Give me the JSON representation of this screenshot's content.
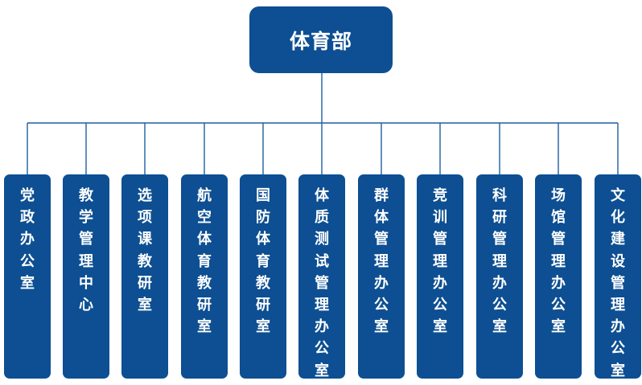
{
  "root": {
    "label": "体育部"
  },
  "departments": [
    {
      "label": "党政办公室"
    },
    {
      "label": "教学管理中心"
    },
    {
      "label": "选项课教研室"
    },
    {
      "label": "航空体育教研室"
    },
    {
      "label": "国防体育教研室"
    },
    {
      "label": "体质测试管理办公室"
    },
    {
      "label": "群体管理办公室"
    },
    {
      "label": "竞训管理办公室"
    },
    {
      "label": "科研管理办公室"
    },
    {
      "label": "场馆管理办公室"
    },
    {
      "label": "文化建设管理办公室"
    }
  ],
  "colors": {
    "box_fill": "#0d4f92",
    "connector": "#1f5f9f",
    "text": "#ffffff"
  }
}
